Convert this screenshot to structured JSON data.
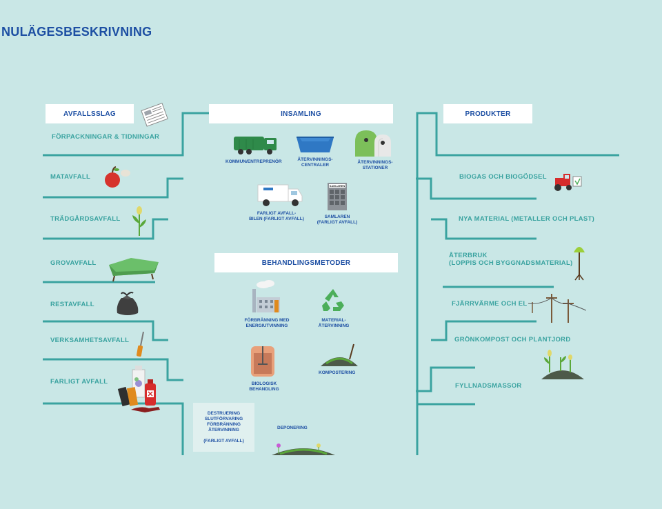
{
  "title": "NULÄGESBESKRIVNING",
  "headers": {
    "avfallsslag": "AVFALLSSLAG",
    "insamling": "INSAMLING",
    "produkter": "PRODUKTER",
    "behandlingsmetoder": "BEHANDLINGSMETODER"
  },
  "categories": [
    "FÖRPACKNINGAR & TIDNINGAR",
    "MATAVFALL",
    "TRÄDGÅRDSAVFALL",
    "GROVAVFALL",
    "RESTAVFALL",
    "VERKSAMHETSAVFALL",
    "FARLIGT AVFALL"
  ],
  "products": {
    "biogas": "BIOGAS OCH BIOGÖDSEL",
    "nya": "NYA MATERIAL (METALLER OCH PLAST)",
    "aterbruk_1": "ÅTERBRUK",
    "aterbruk_2": "(LOPPIS OCH BYGGNADSMATERIAL)",
    "fjarrvarme": "FJÄRRVÄRME OCH EL",
    "gronkompost": "GRÖNKOMPOST OCH PLANTJORD",
    "fyllnad": "FYLLNADSMASSOR"
  },
  "collection": {
    "kommun": "KOMMUN/ENTREPRENÖR",
    "centraler_1": "ÅTERVINNINGS-",
    "centraler_2": "CENTRALER",
    "stationer_1": "ÅTERVINNINGS-",
    "stationer_2": "STATIONER",
    "farligt_1": "FARLIGT AVFALL-",
    "farligt_2": "BILEN (FARLIGT AVFALL)",
    "samlaren_1": "SAMLAREN",
    "samlaren_2": "(FARLIGT AVFALL)",
    "samlaren_sign": "SAMLAREN"
  },
  "treatment": {
    "forbranning_1": "FÖRBRÄNNING MED",
    "forbranning_2": "ENERGIUTVINNING",
    "material_1": "MATERIAL-",
    "material_2": "ÅTERVINNING",
    "biologisk_1": "BIOLOGISK",
    "biologisk_2": "BEHANDLING",
    "kompostering": "KOMPOSTERING",
    "destruering_1": "DESTRUERING",
    "destruering_2": "SLUTFÖRVARING",
    "destruering_3": "FÖRBRÄNNING",
    "destruering_4": "ÅTERVINNING",
    "destruering_5": "(FARLIGT AVFALL)",
    "deponering": "DEPONERING"
  },
  "colors": {
    "background": "#c9e7e6",
    "line": "#3aa3a0",
    "heading": "#1d4fa3",
    "category": "#3aa3a0"
  },
  "icons": [
    "newspaper-icon",
    "apple-icon",
    "plant-icon",
    "sofa-icon",
    "trash-bag-icon",
    "screwdriver-icon",
    "chemicals-icon",
    "garbage-truck-icon",
    "skip-container-icon",
    "recycling-bins-icon",
    "hazard-van-icon",
    "collector-cabinet-icon",
    "tractor-icon",
    "lamp-icon",
    "power-lines-icon",
    "compost-sprouts-icon",
    "factory-icon",
    "recycle-icon",
    "biogas-tank-icon",
    "compost-heap-icon",
    "landfill-icon"
  ]
}
